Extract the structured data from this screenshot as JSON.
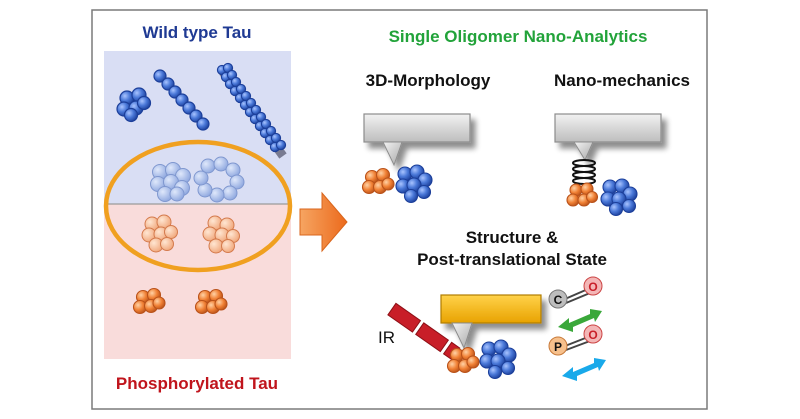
{
  "figure": {
    "left_panel": {
      "top_label": "Wild type Tau",
      "bottom_label": "Phosphorylated Tau"
    },
    "right_panel": {
      "title": "Single Oligomer Nano-Analytics",
      "techniques": {
        "morphology": "3D-Morphology",
        "mechanics": "Nano-mechanics",
        "structure_line1": "Structure &",
        "structure_line2": "Post-translational State",
        "ir_label": "IR"
      },
      "bonds": {
        "co": {
          "atom1": "C",
          "atom2": "O"
        },
        "po": {
          "atom1": "P",
          "atom2": "O"
        }
      }
    },
    "colors": {
      "wild_type_text": "#1f3a93",
      "phospho_text": "#c0141c",
      "title_green": "#22a33a",
      "blue_particle": "#3f6fcf",
      "orange_particle": "#ee7d3b",
      "ellipse": "#f0a020",
      "arrow": "#f07a28",
      "ir_red": "#c81e28",
      "probe_yellow": "#f5b800",
      "green_arrow": "#3aa83a",
      "cyan_arrow": "#19a9ea"
    }
  }
}
